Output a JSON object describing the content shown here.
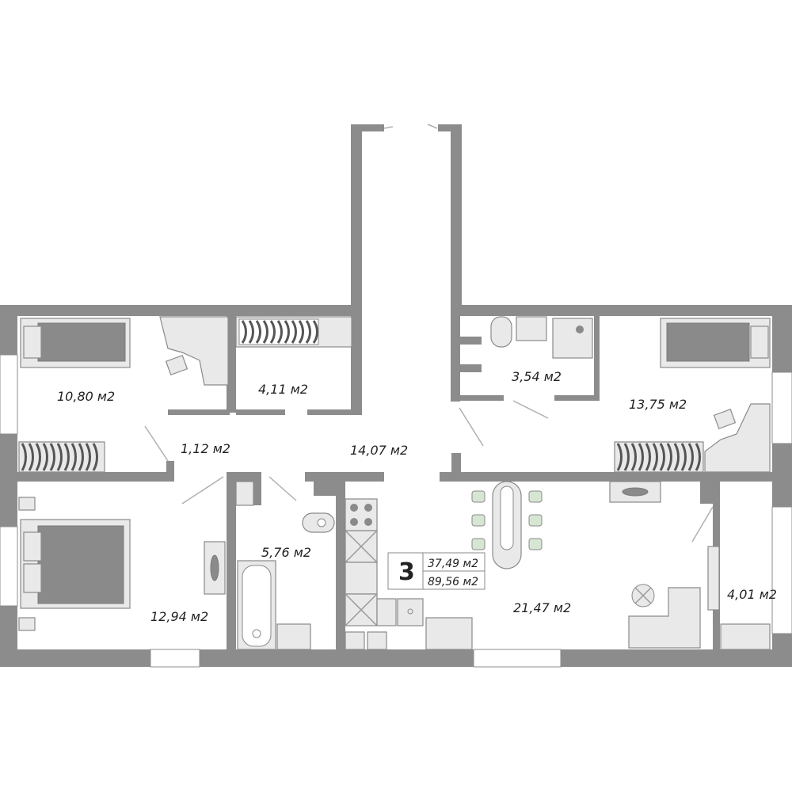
{
  "summary": {
    "rooms_count": "3",
    "living_area": "37,49 м2",
    "total_area": "89,56 м2"
  },
  "rooms": {
    "bedroom_top_left": "10,80 м2",
    "closet": "4,11 м2",
    "hall_small": "1,12 м2",
    "corridor": "14,07 м2",
    "bathroom_top": "3,54 м2",
    "bedroom_top_right": "13,75 м2",
    "bedroom_bottom_left": "12,94 м2",
    "bathroom_bottom": "5,76 м2",
    "living_kitchen": "21,47 м2",
    "storage": "4,01 м2"
  },
  "colors": {
    "wall": "#8c8c8c",
    "furniture": "#e9e9e9",
    "accent_green": "#d7e6d3"
  }
}
